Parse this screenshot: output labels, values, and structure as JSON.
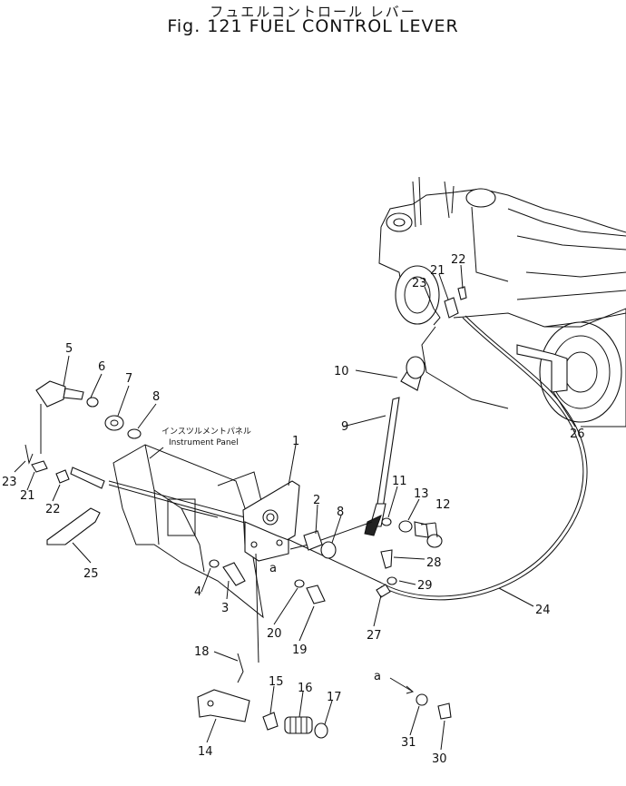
{
  "title": {
    "jp": "フュエルコントロール レバー",
    "en": "Fig. 121  FUEL  CONTROL  LEVER"
  },
  "panel_label": {
    "jp": "インスツルメントパネル",
    "en": "Instrument Panel"
  },
  "ref_marker": "a",
  "callouts": [
    {
      "id": "c1",
      "text": "1"
    },
    {
      "id": "c2",
      "text": "2"
    },
    {
      "id": "c3",
      "text": "3"
    },
    {
      "id": "c4",
      "text": "4"
    },
    {
      "id": "c5",
      "text": "5"
    },
    {
      "id": "c6",
      "text": "6"
    },
    {
      "id": "c7",
      "text": "7"
    },
    {
      "id": "c8a",
      "text": "8"
    },
    {
      "id": "c8b",
      "text": "8"
    },
    {
      "id": "c9",
      "text": "9"
    },
    {
      "id": "c10",
      "text": "10"
    },
    {
      "id": "c11",
      "text": "11"
    },
    {
      "id": "c12",
      "text": "12"
    },
    {
      "id": "c13",
      "text": "13"
    },
    {
      "id": "c14",
      "text": "14"
    },
    {
      "id": "c15",
      "text": "15"
    },
    {
      "id": "c16",
      "text": "16"
    },
    {
      "id": "c17",
      "text": "17"
    },
    {
      "id": "c18",
      "text": "18"
    },
    {
      "id": "c19",
      "text": "19"
    },
    {
      "id": "c20",
      "text": "20"
    },
    {
      "id": "c21a",
      "text": "21"
    },
    {
      "id": "c21b",
      "text": "21"
    },
    {
      "id": "c22a",
      "text": "22"
    },
    {
      "id": "c22b",
      "text": "22"
    },
    {
      "id": "c23a",
      "text": "23"
    },
    {
      "id": "c23b",
      "text": "23"
    },
    {
      "id": "c24",
      "text": "24"
    },
    {
      "id": "c25",
      "text": "25"
    },
    {
      "id": "c26",
      "text": "26"
    },
    {
      "id": "c27",
      "text": "27"
    },
    {
      "id": "c28",
      "text": "28"
    },
    {
      "id": "c29",
      "text": "29"
    },
    {
      "id": "c30",
      "text": "30"
    },
    {
      "id": "c31",
      "text": "31"
    }
  ]
}
